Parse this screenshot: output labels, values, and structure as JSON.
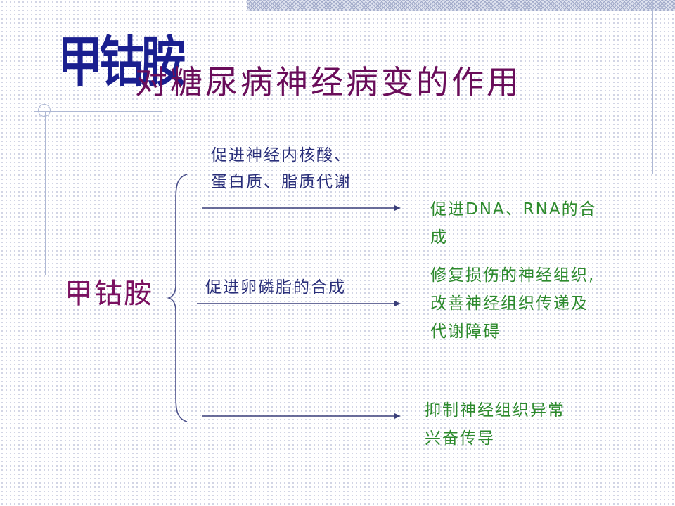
{
  "title": {
    "big": "甲钴胺",
    "sub": "对糖尿病神经病变的作用"
  },
  "center": {
    "label": "甲钴胺"
  },
  "branches": [
    {
      "mechanism_lines": [
        "促进神经内核酸、",
        "蛋白质、脂质代谢"
      ],
      "effect_lines": [
        "促进DNA、RNA的合",
        "成"
      ]
    },
    {
      "mechanism_lines": [
        "促进卵磷脂的合成"
      ],
      "effect_lines": [
        "修复损伤的神经组织,",
        "改善神经组织传递及",
        "代谢障碍"
      ]
    },
    {
      "mechanism_lines": [],
      "effect_lines": [
        "抑制神经组织异常",
        "兴奋传导"
      ]
    }
  ],
  "colors": {
    "title_big": "#1a1f8f",
    "title_sub": "#6a0d5a",
    "center_label": "#7a1060",
    "mechanism_text": "#2a2f7a",
    "effect_text": "#2d8a2d",
    "arrow": "#3a3f7a",
    "brace": "#4a4f8a"
  }
}
